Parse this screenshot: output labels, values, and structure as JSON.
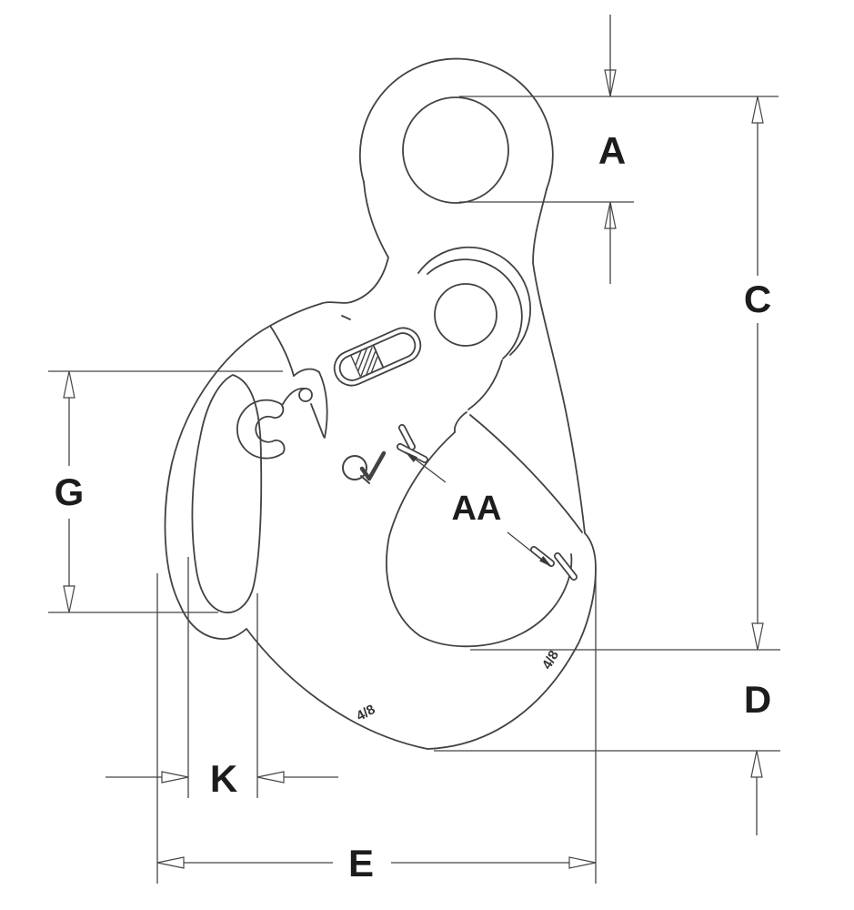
{
  "drawing": {
    "background": "#ffffff",
    "line_color": "#424242",
    "dimension_color": "#454545",
    "label_color": "#1c1c1c",
    "type": "technical-dimension-drawing",
    "subject": "eye grab hook side view with dimension callouts"
  },
  "labels": {
    "a": "A",
    "c": "C",
    "d": "D",
    "e": "E",
    "g": "G",
    "k": "K",
    "aa": "AA"
  },
  "marks": {
    "forge_left": "4/8",
    "forge_right": "4/8",
    "logo_letter": "Q"
  }
}
